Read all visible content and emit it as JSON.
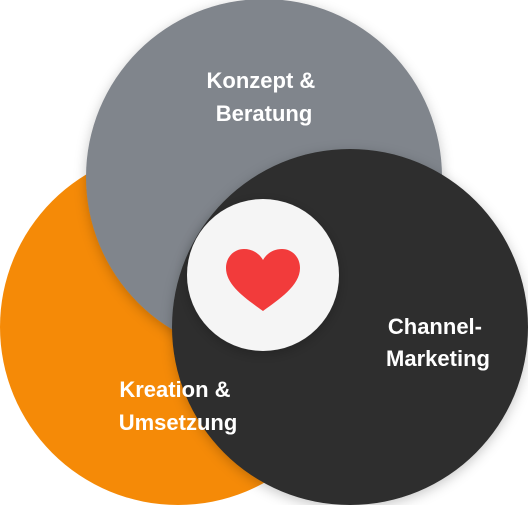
{
  "diagram": {
    "circles": [
      {
        "id": "concept",
        "label_lines": [
          "Konzept &",
          "Beratung"
        ],
        "color": "#80858c"
      },
      {
        "id": "channel",
        "label_lines": [
          "Channel-",
          "Marketing"
        ],
        "color": "#2d2d2d"
      },
      {
        "id": "creation",
        "label_lines": [
          "Kreation &",
          "Umsetzung"
        ],
        "color": "#f58a07"
      }
    ],
    "center": {
      "icon": "heart-icon",
      "background": "#f5f5f5",
      "icon_color": "#f23b3b"
    },
    "label_color": "#ffffff"
  }
}
